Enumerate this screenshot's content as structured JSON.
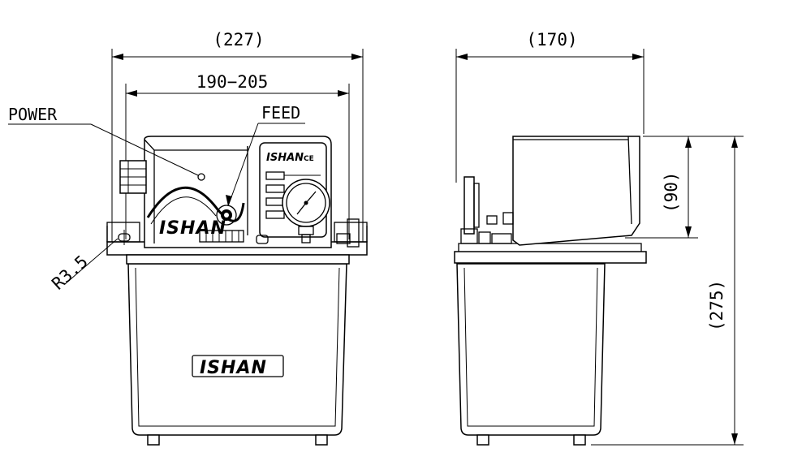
{
  "front_view": {
    "overall_width": "(227)",
    "mount_width": "190−205",
    "label_power": "POWER",
    "label_feed": "FEED",
    "hole_radius": "R3.5",
    "brand_panel": "ISHAN",
    "brand_tank": "ISHAN",
    "panel_ce": "CE"
  },
  "side_view": {
    "overall_depth": "(170)",
    "head_height": "(90)",
    "overall_height": "(275)"
  }
}
